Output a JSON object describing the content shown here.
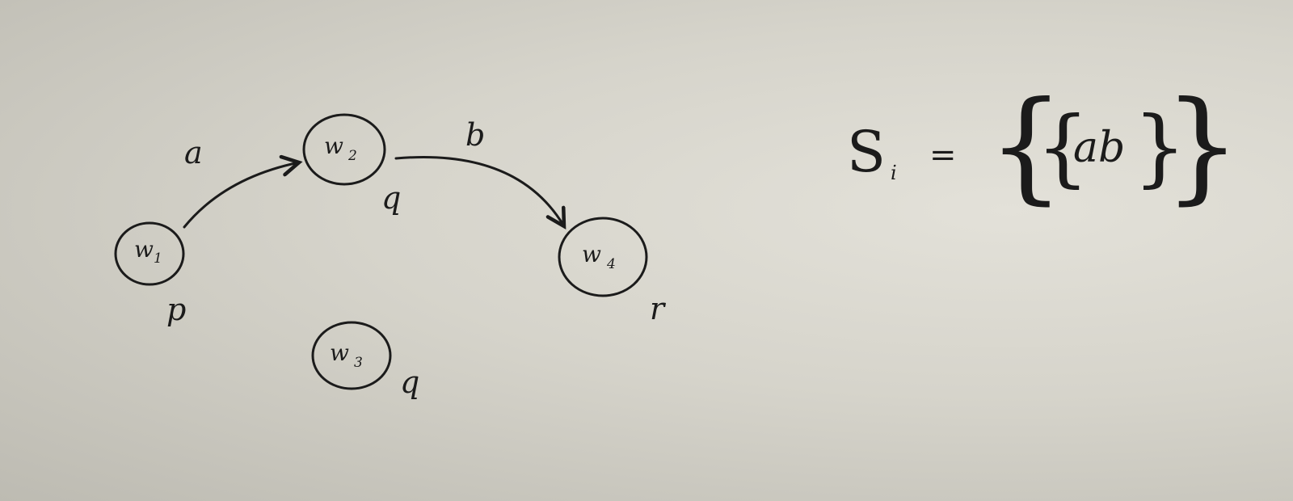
{
  "nodes": [
    {
      "id": "w1",
      "base": "w",
      "sub": "1",
      "prop": "p"
    },
    {
      "id": "w2",
      "base": "w",
      "sub": "2",
      "prop": "q"
    },
    {
      "id": "w3",
      "base": "w",
      "sub": "3",
      "prop": "q"
    },
    {
      "id": "w4",
      "base": "w",
      "sub": "4",
      "prop": "r"
    }
  ],
  "edges": [
    {
      "from": "w1",
      "to": "w2",
      "label": "a"
    },
    {
      "from": "w2",
      "to": "w4",
      "label": "b"
    }
  ],
  "formula": {
    "symbol": "S",
    "sub": "i",
    "equals": "=",
    "open_outer": "{",
    "open_inner": "{",
    "body": "ab",
    "close_inner": "}",
    "close_outer": "}"
  },
  "colors": {
    "ink": "#1b1b1b",
    "paper": "#dcdad2"
  }
}
